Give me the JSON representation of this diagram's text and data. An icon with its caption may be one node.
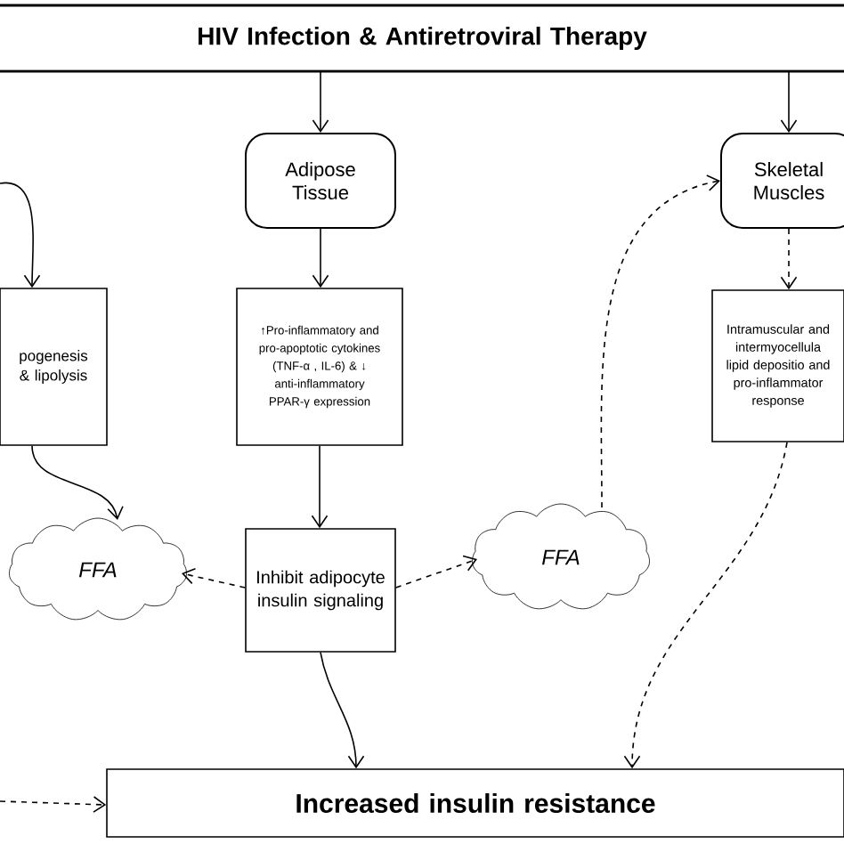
{
  "diagram": {
    "nodes": [
      {
        "text": [
          "HIV Infection & Antiretroviral Therapy"
        ]
      },
      {
        "text": [
          "Adipose Tissue"
        ]
      },
      {
        "text": [
          "Skeletal Muscles"
        ]
      },
      {
        "text": [
          "pogenesis & lipolysis"
        ]
      },
      {
        "text": [
          "↑Pro-inflammatory and pro-apoptotic cytokines (TNF-α , IL-6) & ↓ anti-inflammatory PPAR-γ expression"
        ]
      },
      {
        "text": [
          "Intramuscular and intermyocellula lipid depositio and pro-inflammator response"
        ]
      },
      {
        "text": [
          "FFA"
        ]
      },
      {
        "text": [
          "Inhibit adipocyte insulin signaling"
        ]
      },
      {
        "text": [
          "FFA"
        ]
      },
      {
        "text": [
          "Increased insulin resistance"
        ]
      }
    ],
    "edges": [
      {
        "from": 0,
        "to": 1,
        "arrow": "to"
      },
      {
        "from": 0,
        "to": 2,
        "arrow": "to"
      },
      {
        "from": null,
        "to": 3,
        "arrow": "to"
      },
      {
        "from": 1,
        "to": 4,
        "arrow": "to"
      },
      {
        "from": 2,
        "to": 5,
        "arrow": "to",
        "style": "dashed"
      },
      {
        "from": 3,
        "to": 6,
        "arrow": "to"
      },
      {
        "from": 4,
        "to": 7,
        "arrow": "to"
      },
      {
        "from": 7,
        "to": 6,
        "arrow": "to",
        "style": "dashed"
      },
      {
        "from": 7,
        "to": 8,
        "arrow": "to",
        "style": "dashed"
      },
      {
        "from": 8,
        "to": 2,
        "arrow": "to",
        "style": "dashed"
      },
      {
        "from": 7,
        "to": 9,
        "arrow": "to"
      },
      {
        "from": 5,
        "to": 9,
        "arrow": "to",
        "style": "dashed"
      },
      {
        "from": null,
        "to": 9,
        "arrow": "to",
        "style": "dashed"
      }
    ]
  }
}
